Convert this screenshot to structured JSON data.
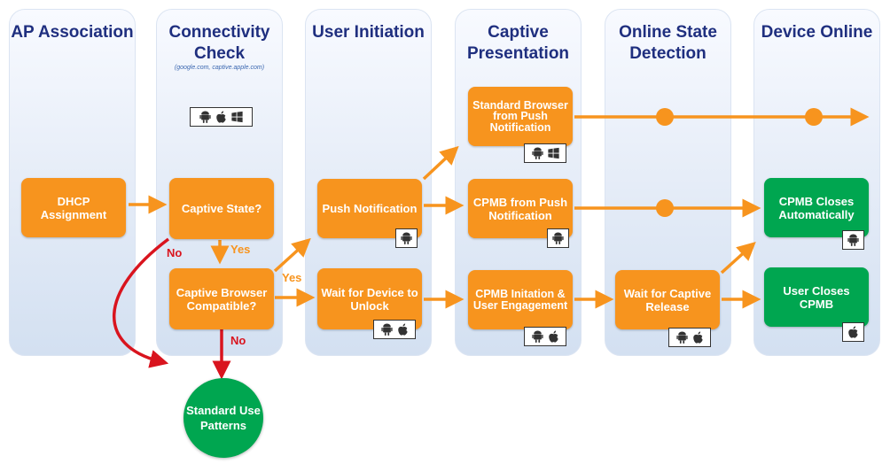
{
  "columns": [
    {
      "title": "AP Association"
    },
    {
      "title": "Connectivity Check",
      "subtitle": "(google.com, captive.apple.com)"
    },
    {
      "title": "User Initiation"
    },
    {
      "title": "Captive Presentation"
    },
    {
      "title": "Online State Detection"
    },
    {
      "title": "Device Online"
    }
  ],
  "nodes": {
    "dhcp": "DHCP Assignment",
    "captive_state": "Captive State?",
    "captive_browser": "Captive Browser Compatible?",
    "push_notification": "Push Notification",
    "wait_unlock": "Wait for Device to Unlock",
    "standard_browser": "Standard Browser from Push Notification",
    "cpmb_push": "CPMB from Push Notification",
    "cpmb_initiation": "CPMB Initation & User Engagement",
    "wait_release": "Wait for Captive Release",
    "cpmb_closes": "CPMB Closes Automatically",
    "user_closes": "User Closes CPMB",
    "standard_use": "Standard Use Patterns"
  },
  "labels": {
    "yes": "Yes",
    "no": "No"
  },
  "platforms": {
    "connectivity": [
      "android",
      "apple",
      "windows"
    ],
    "standard_browser": [
      "android",
      "windows"
    ],
    "push_notification": [
      "android"
    ],
    "cpmb_push": [
      "android"
    ],
    "wait_unlock": [
      "android",
      "apple"
    ],
    "cpmb_initiation": [
      "android",
      "apple"
    ],
    "wait_release": [
      "android",
      "apple"
    ],
    "cpmb_closes": [
      "android"
    ],
    "user_closes": [
      "apple"
    ]
  },
  "colors": {
    "title": "#1f2f7f",
    "orange": "#f7941e",
    "green": "#00a650",
    "red": "#d9141e"
  }
}
